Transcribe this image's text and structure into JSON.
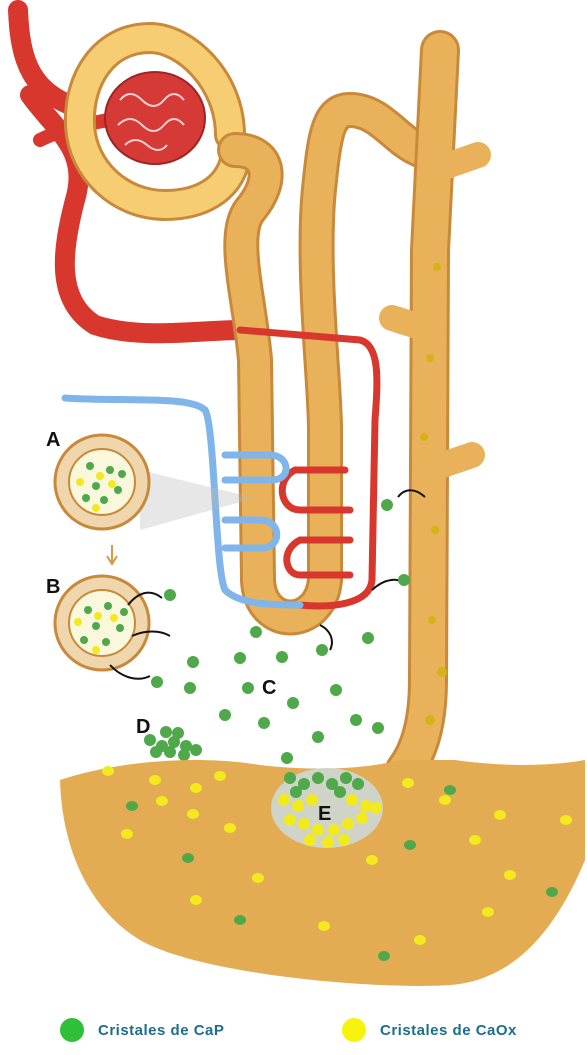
{
  "labels": {
    "a": "A",
    "b": "B",
    "c": "C",
    "d": "D",
    "e": "E"
  },
  "legend": [
    {
      "label": "Cristales de CaP",
      "color": "#2fbf38",
      "icon": "green-dot-icon"
    },
    {
      "label": "Cristales de CaOx",
      "color": "#f7f30c",
      "icon": "yellow-dot-icon"
    }
  ],
  "colors": {
    "tubule": "#e9b25a",
    "tubule_edge": "#c8893a",
    "pelvis": "#e3ab52",
    "artery": "#d8372e",
    "vein": "#80b6ec",
    "crystal_cap": "#4fa84a",
    "crystal_caox": "#f2ea1d"
  }
}
